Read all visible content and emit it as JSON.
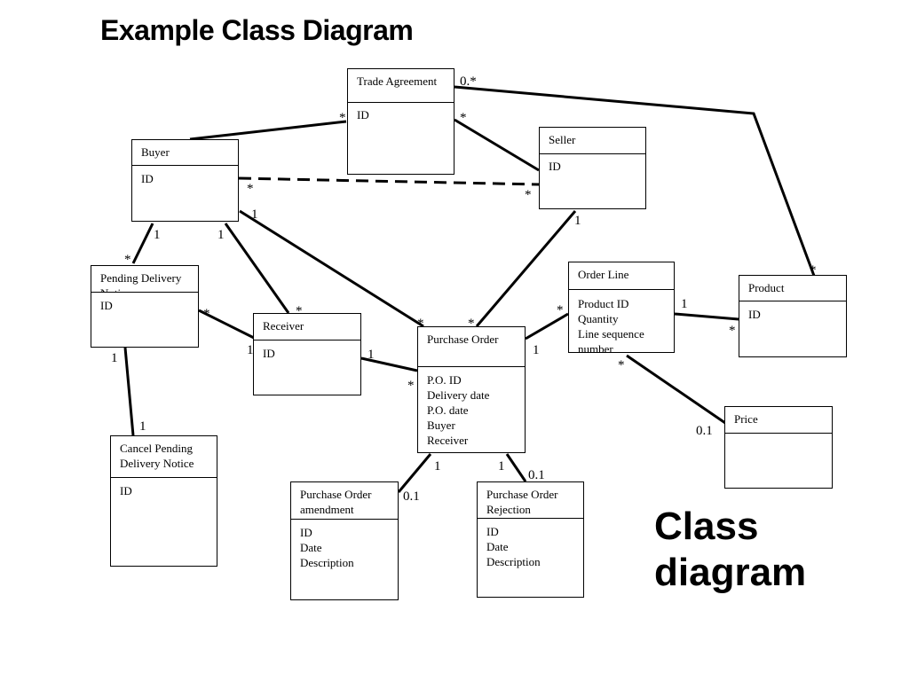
{
  "title": "Example Class Diagram",
  "caption": "Class diagram",
  "classes": {
    "trade_agreement": {
      "name": "Trade Agreement",
      "attributes": [
        "ID"
      ]
    },
    "seller": {
      "name": "Seller",
      "attributes": [
        "ID"
      ]
    },
    "buyer": {
      "name": "Buyer",
      "attributes": [
        "ID"
      ]
    },
    "pending_delivery_notice": {
      "name": "Pending Delivery Notice",
      "attributes": [
        "ID"
      ]
    },
    "order_line": {
      "name": "Order Line",
      "attributes": [
        "Product ID",
        "Quantity",
        "Line sequence",
        "number"
      ]
    },
    "product": {
      "name": "Product",
      "attributes": [
        "ID"
      ]
    },
    "receiver": {
      "name": "Receiver",
      "attributes": [
        "ID"
      ]
    },
    "purchase_order": {
      "name": "Purchase Order",
      "attributes": [
        "P.O. ID",
        "Delivery date",
        "P.O. date",
        "Buyer",
        "Receiver"
      ]
    },
    "price": {
      "name": "Price",
      "attributes": []
    },
    "cancel_pending_delivery_notice": {
      "name": "Cancel Pending Delivery Notice",
      "attributes": [
        "ID"
      ]
    },
    "purchase_order_amendment": {
      "name": "Purchase Order amendment",
      "attributes": [
        "ID",
        "Date",
        "Description"
      ]
    },
    "purchase_order_rejection": {
      "name": "Purchase Order Rejection",
      "attributes": [
        "ID",
        "Date",
        "Description"
      ]
    }
  },
  "associations": [
    {
      "from": "Trade Agreement",
      "to": "Product",
      "from_mult": "0.*",
      "to_mult": "*"
    },
    {
      "from": "Buyer",
      "to": "Trade Agreement",
      "from_mult": "",
      "to_mult": "*"
    },
    {
      "from": "Trade Agreement",
      "to": "Seller",
      "from_mult": "*",
      "to_mult": ""
    },
    {
      "from": "Buyer",
      "to": "Seller",
      "from_mult": "*",
      "to_mult": "*",
      "style": "dashed"
    },
    {
      "from": "Buyer",
      "to": "Pending Delivery Notice",
      "from_mult": "1",
      "to_mult": "*"
    },
    {
      "from": "Buyer",
      "to": "Receiver",
      "from_mult": "1",
      "to_mult": "*"
    },
    {
      "from": "Buyer",
      "to": "Purchase Order",
      "from_mult": "1",
      "to_mult": "*"
    },
    {
      "from": "Seller",
      "to": "Purchase Order",
      "from_mult": "1",
      "to_mult": "*"
    },
    {
      "from": "Pending Delivery Notice",
      "to": "Receiver",
      "from_mult": "*",
      "to_mult": "1"
    },
    {
      "from": "Pending Delivery Notice",
      "to": "Cancel Pending Delivery Notice",
      "from_mult": "1",
      "to_mult": "1"
    },
    {
      "from": "Receiver",
      "to": "Purchase Order",
      "from_mult": "1",
      "to_mult": "*"
    },
    {
      "from": "Purchase Order",
      "to": "Order Line",
      "from_mult": "1",
      "to_mult": "*"
    },
    {
      "from": "Order Line",
      "to": "Product",
      "from_mult": "1",
      "to_mult": "*"
    },
    {
      "from": "Order Line",
      "to": "Price",
      "from_mult": "*",
      "to_mult": "0.1"
    },
    {
      "from": "Purchase Order",
      "to": "Purchase Order amendment",
      "from_mult": "1",
      "to_mult": "0.1"
    },
    {
      "from": "Purchase Order",
      "to": "Purchase Order Rejection",
      "from_mult": "1",
      "to_mult": "0.1"
    }
  ],
  "multiplicities": {
    "ta_product_ta": "0.*",
    "ta_product_product": "*",
    "buyer_ta_ta": "*",
    "ta_seller_ta": "*",
    "buyer_seller_buyer": "*",
    "buyer_seller_seller": "*",
    "buyer_po_buyer": "1",
    "seller_po_seller": "1",
    "buyer_pdn_buyer": "1",
    "buyer_receiver_buyer": "1",
    "buyer_pdn_pdn": "*",
    "pdn_receiver_pdn": "*",
    "buyer_receiver_receiver": "*",
    "buyer_po_po": "*",
    "seller_po_po": "*",
    "po_ol_ol": "*",
    "ol_product_ol": "1",
    "ol_product_product": "*",
    "pdn_receiver_receiver": "1",
    "receiver_po_receiver": "1",
    "po_ol_po": "1",
    "pdn_cancel_pdn": "1",
    "ol_price_ol": "*",
    "receiver_po_po": "*",
    "ol_price_price": "0.1",
    "pdn_cancel_cancel": "1",
    "po_amend_po": "1",
    "po_reject_po": "1",
    "po_reject_reject": "0.1",
    "po_amend_amend": "0.1"
  }
}
